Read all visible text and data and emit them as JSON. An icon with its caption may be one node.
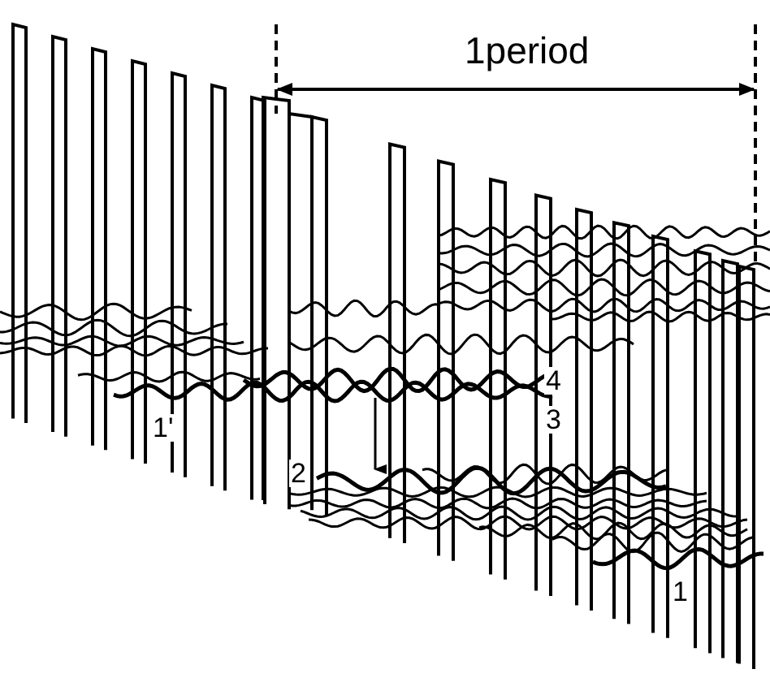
{
  "diagram": {
    "labels": [
      "1period",
      "4",
      "3",
      "1'",
      "2",
      "1"
    ]
  }
}
